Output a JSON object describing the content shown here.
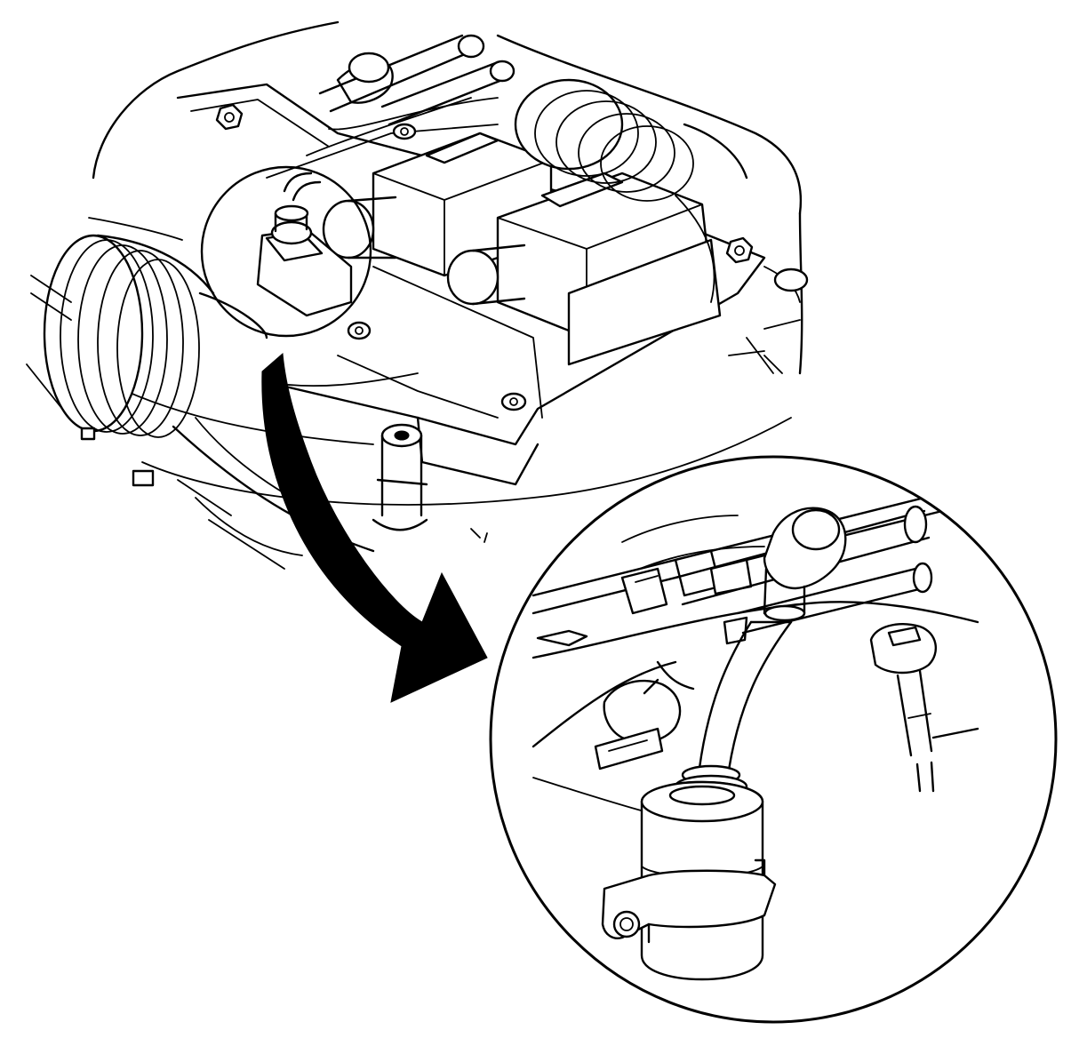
{
  "diagram": {
    "colors": {
      "line": "#000000",
      "background": "#ffffff"
    },
    "parts": [
      {
        "id": "engine-overview",
        "kind": "overview"
      },
      {
        "id": "detail-circle-callout",
        "kind": "callout"
      },
      {
        "id": "fuel-pressure-regulator",
        "kind": "component"
      },
      {
        "id": "fuel-rail",
        "kind": "component"
      },
      {
        "id": "vacuum-hose",
        "kind": "component"
      },
      {
        "id": "fuel-injector",
        "kind": "component"
      },
      {
        "id": "retaining-clip",
        "kind": "component"
      },
      {
        "id": "ignition-coil-pack",
        "kind": "component"
      },
      {
        "id": "throttle-body-duct",
        "kind": "component"
      }
    ]
  }
}
